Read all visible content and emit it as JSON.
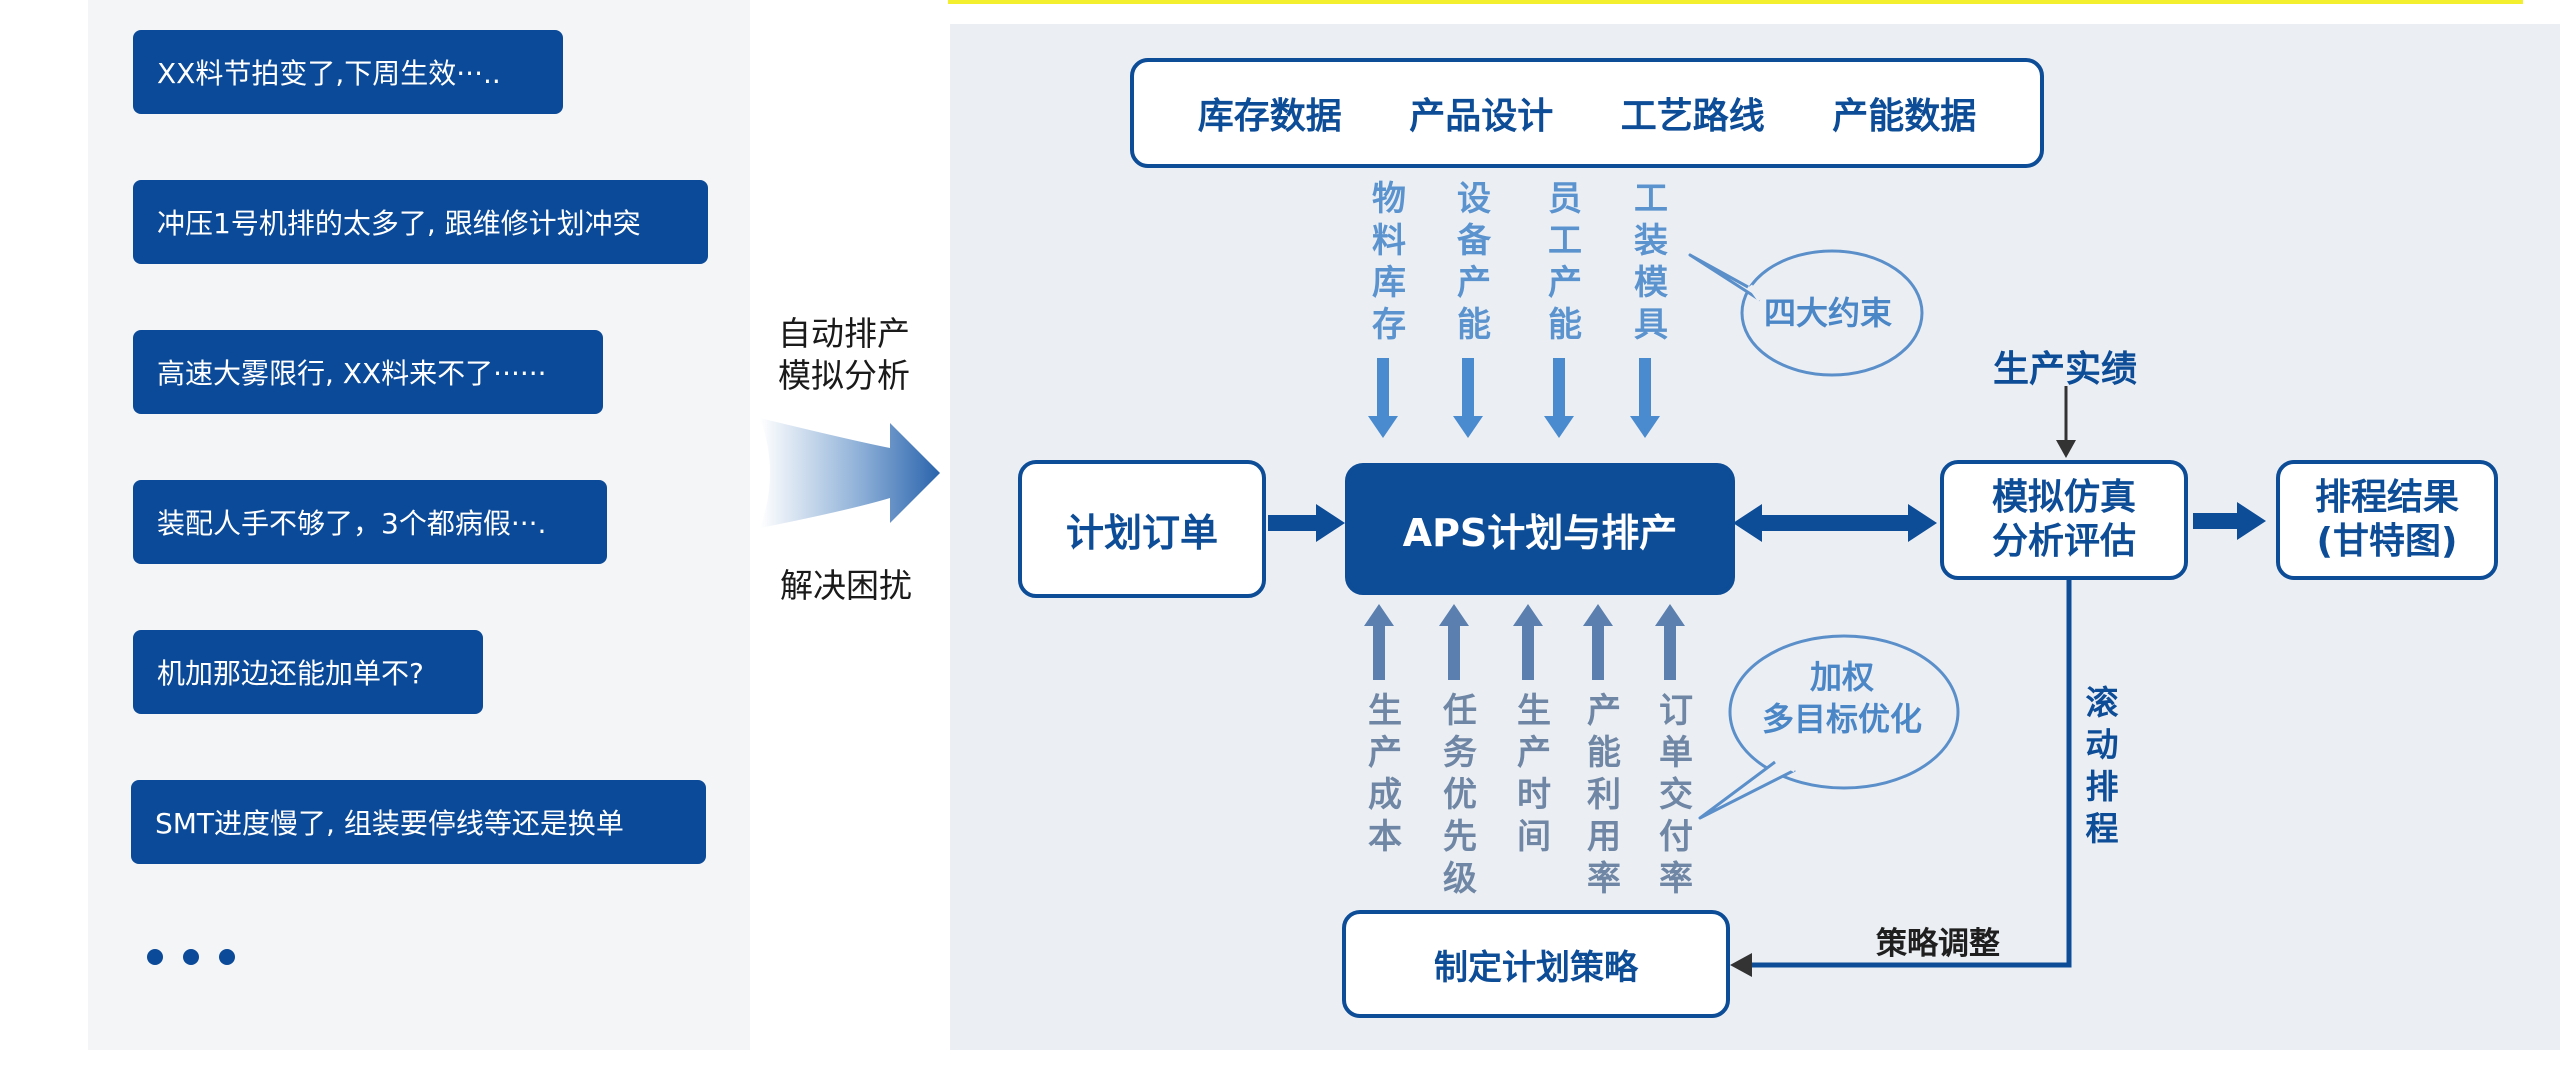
{
  "chat_bubbles": [
    "XX料节拍变了,下周生效···..",
    "冲压1号机排的太多了, 跟维修计划冲突",
    "高速大雾限行, XX料来不了······",
    "装配人手不够了，3个都病假···.",
    "机加那边还能加单不?",
    "SMT进度慢了, 组装要停线等还是换单"
  ],
  "ellipsis": "• • •",
  "middle": {
    "label_top": "自动排产\n模拟分析",
    "label_bottom": "解决困扰"
  },
  "diagram": {
    "inputs": [
      "库存数据",
      "产品设计",
      "工艺路线",
      "产能数据"
    ],
    "constraints": [
      "物料库存",
      "设备产能",
      "员工产能",
      "工装模具"
    ],
    "constraints_bubble": "四大约束",
    "plan_order": "计划订单",
    "aps": "APS计划与排产",
    "simulation": "模拟仿真\n分析评估",
    "result": "排程结果\n(甘特图)",
    "production_actual": "生产实绩",
    "objectives": [
      "生产成本",
      "任务优先级",
      "生产时间",
      "产能利用率",
      "订单交付率"
    ],
    "objectives_bubble": "加权\n多目标优化",
    "rolling": "滚动排程",
    "strategy_adjust": "策略调整",
    "make_strategy": "制定计划策略"
  },
  "colors": {
    "dark_blue": "#0d4c96",
    "bubble_blue": "#0b4a99",
    "light_blue_text": "#5b93cf",
    "gray_blue_text": "#6f86a4",
    "arrow_blue": "#4a8bd0",
    "panel_gray": "#f4f5f6",
    "panel_blue": "#ebeff4",
    "top_bar_yellow": "#f3ef2e"
  }
}
